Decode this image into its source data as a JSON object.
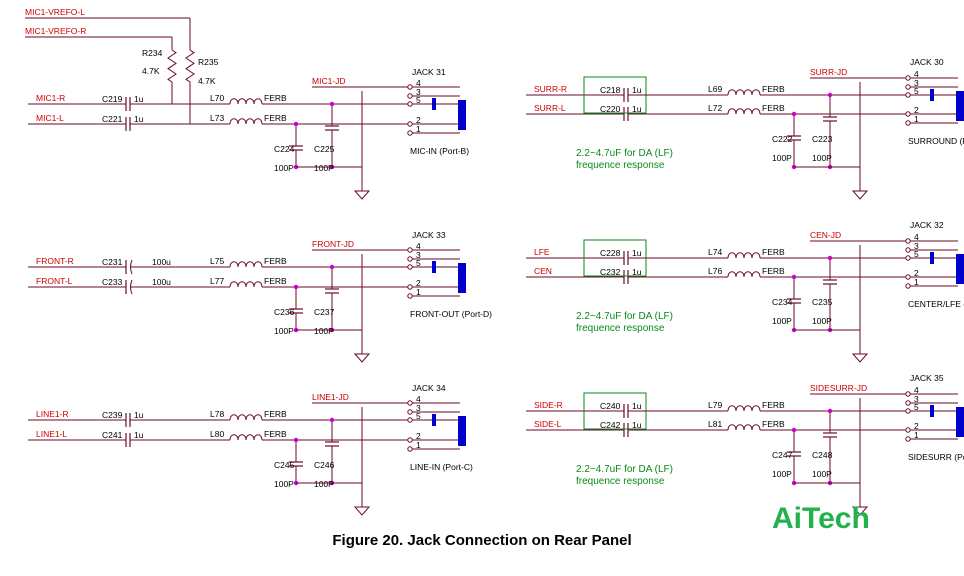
{
  "diagram": {
    "top_nets": {
      "vrefo_l": "MIC1-VREFO-L",
      "vrefo_r": "MIC1-VREFO-R"
    },
    "resistors": [
      {
        "ref": "R234",
        "value": "4.7K"
      },
      {
        "ref": "R235",
        "value": "4.7K"
      }
    ],
    "ferb": "FERB",
    "circuits": [
      {
        "jack": "JACK 31",
        "port": "MIC-IN (Port-B)",
        "jd": "MIC1-JD",
        "net_r": "MIC1-R",
        "net_l": "MIC1-L",
        "cap_r": "C219",
        "cap_l": "C221",
        "cap_val": "1u",
        "cap_style": "plain",
        "ind_r": "L70",
        "ind_l": "L73",
        "shunt_a": "C224",
        "shunt_b": "C225",
        "shunt_val": "100P",
        "note": ""
      },
      {
        "jack": "JACK 30",
        "port": "SURROUND (Port-A)",
        "jd": "SURR-JD",
        "net_r": "SURR-R",
        "net_l": "SURR-L",
        "cap_r": "C218",
        "cap_l": "C220",
        "cap_val": "1u",
        "cap_style": "box",
        "ind_r": "L69",
        "ind_l": "L72",
        "shunt_a": "C222",
        "shunt_b": "C223",
        "shunt_val": "100P",
        "note": "2.2~4.7uF for DA (LF)",
        "note2": "frequence response"
      },
      {
        "jack": "JACK 33",
        "port": "FRONT-OUT (Port-D)",
        "jd": "FRONT-JD",
        "net_r": "FRONT-R",
        "net_l": "FRONT-L",
        "cap_r": "C231",
        "cap_l": "C233",
        "cap_val": "100u",
        "cap_style": "polar",
        "ind_r": "L75",
        "ind_l": "L77",
        "shunt_a": "C236",
        "shunt_b": "C237",
        "shunt_val": "100P",
        "note": ""
      },
      {
        "jack": "JACK 32",
        "port": "CENTER/LFE (Port-G)",
        "jd": "CEN-JD",
        "net_r": "LFE",
        "net_l": "CEN",
        "cap_r": "C228",
        "cap_l": "C232",
        "cap_val": "1u",
        "cap_style": "box",
        "ind_r": "L74",
        "ind_l": "L76",
        "shunt_a": "C234",
        "shunt_b": "C235",
        "shunt_val": "100P",
        "note": "2.2~4.7uF for DA (LF)",
        "note2": "frequence response"
      },
      {
        "jack": "JACK 34",
        "port": "LINE-IN (Port-C)",
        "jd": "LINE1-JD",
        "net_r": "LINE1-R",
        "net_l": "LINE1-L",
        "cap_r": "C239",
        "cap_l": "C241",
        "cap_val": "1u",
        "cap_style": "plain",
        "ind_r": "L78",
        "ind_l": "L80",
        "shunt_a": "C245",
        "shunt_b": "C246",
        "shunt_val": "100P",
        "note": ""
      },
      {
        "jack": "JACK 35",
        "port": "SIDESURR (Port-H)",
        "jd": "SIDESURR-JD",
        "net_r": "SIDE-R",
        "net_l": "SIDE-L",
        "cap_r": "C240",
        "cap_l": "C242",
        "cap_val": "1u",
        "cap_style": "box",
        "ind_r": "L79",
        "ind_l": "L81",
        "shunt_a": "C247",
        "shunt_b": "C248",
        "shunt_val": "100P",
        "note": "2.2~4.7uF for DA (LF)",
        "note2": "frequence response"
      }
    ],
    "caption": "Figure 20.    Jack Connection on Rear Panel",
    "watermark": "AiTech",
    "colors": {
      "wire": "#6a0a2a",
      "net_label": "#cc0000",
      "node": "#cc00cc",
      "jack_block": "#0000cc",
      "note": "#0a8a1a",
      "box": "#0a8a1a",
      "watermark": "#22b14c"
    }
  }
}
